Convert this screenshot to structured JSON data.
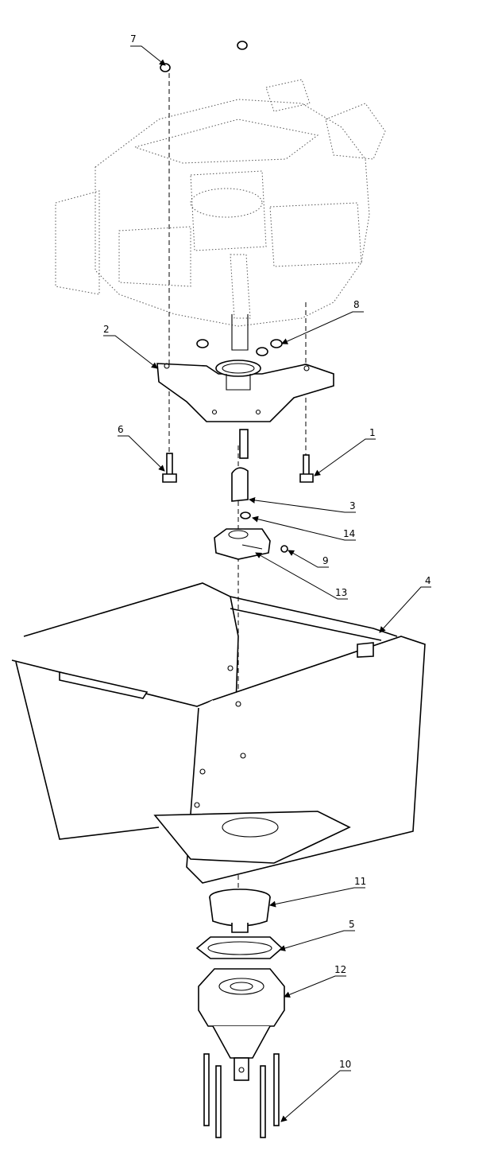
{
  "callouts": [
    {
      "id": "callout-7",
      "text": "7"
    },
    {
      "id": "callout-8",
      "text": "8"
    },
    {
      "id": "callout-2",
      "text": "2"
    },
    {
      "id": "callout-6",
      "text": "6"
    },
    {
      "id": "callout-1",
      "text": "1"
    },
    {
      "id": "callout-3",
      "text": "3"
    },
    {
      "id": "callout-14",
      "text": "14"
    },
    {
      "id": "callout-9",
      "text": "9"
    },
    {
      "id": "callout-13",
      "text": "13"
    },
    {
      "id": "callout-4",
      "text": "4"
    },
    {
      "id": "callout-11",
      "text": "11"
    },
    {
      "id": "callout-5",
      "text": "5"
    },
    {
      "id": "callout-12",
      "text": "12"
    },
    {
      "id": "callout-10",
      "text": "10"
    }
  ]
}
